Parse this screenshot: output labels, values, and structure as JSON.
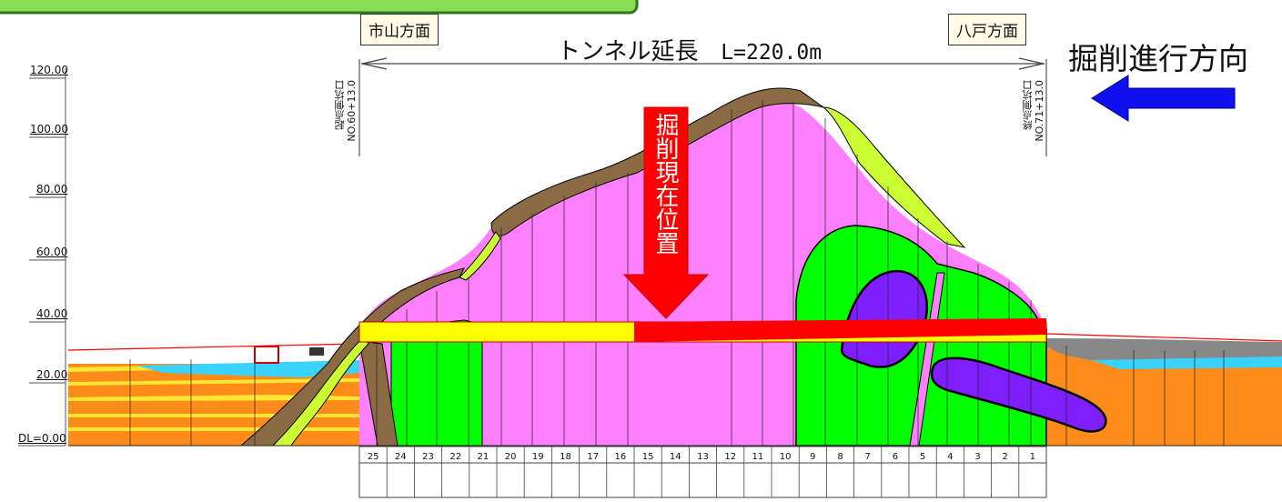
{
  "labels": {
    "left_direction": "市山方面",
    "right_direction": "八戸方面",
    "tunnel_length": "トンネル延長",
    "tunnel_length_value": "L=220.0m",
    "excavation_direction": "掘削進行方向",
    "current_position": "掘削現在位置",
    "start_portal": "起点側坑口",
    "start_station": "NO.60+13.0",
    "end_portal": "終点側坑口",
    "end_station": "NO.71+13.0"
  },
  "y_axis": [
    "120.00",
    "100.00",
    "80.00",
    "60.00",
    "40.00",
    "20.00",
    "DL=0.00"
  ],
  "segments": [
    "25",
    "24",
    "23",
    "22",
    "21",
    "20",
    "19",
    "18",
    "17",
    "16",
    "15",
    "14",
    "13",
    "12",
    "11",
    "10",
    "9",
    "8",
    "7",
    "6",
    "5",
    "4",
    "3",
    "2",
    "1"
  ],
  "progress": {
    "excavated_fraction": 0.6
  },
  "colors": {
    "excavated": "#ff0000",
    "remaining": "#ffff00",
    "marker": "#ff0000",
    "direction_arrow": "#1010ee",
    "rock_pink": "#ff80ff",
    "rock_green": "#00ff00",
    "rock_purple": "#7f1fff",
    "topsoil": "#8b6b44",
    "weathered": "#ccff33",
    "orange_layer": "#ff8c1a",
    "water": "#3ad3ff",
    "title_border": "#2d7a1a",
    "title_fill": "#88dd55"
  }
}
